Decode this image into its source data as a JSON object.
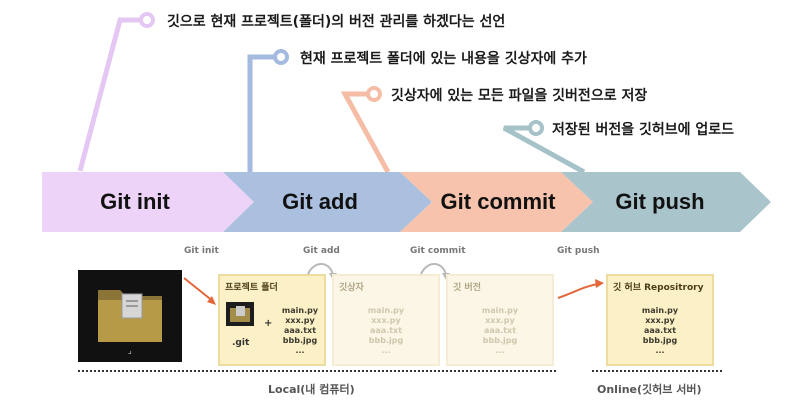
{
  "callouts": [
    {
      "text": "깃으로 현재 프로젝트(폴더)의 버전 관리를 하겠다는 선언"
    },
    {
      "text": "현재 프로젝트 폴더에 있는 내용을 깃상자에 추가"
    },
    {
      "text": "깃상자에 있는 모든 파일을 깃버전으로 저장"
    },
    {
      "text": "저장된 버전을 깃허브에 업로드"
    }
  ],
  "stages": [
    {
      "label": "Git init",
      "color": "#ecd3f7"
    },
    {
      "label": "Git add",
      "color": "#abbfdf"
    },
    {
      "label": "Git commit",
      "color": "#f7c3ad"
    },
    {
      "label": "Git push",
      "color": "#a9c5cb"
    }
  ],
  "captions": {
    "init": "Git  init",
    "add": "Git add",
    "commit": "Git commit",
    "push": "Git push"
  },
  "boxes": {
    "project": {
      "title": "프로젝트 폴더",
      "git_label": ".git",
      "plus": "+",
      "files": "main.py\nxxx.py\naaa.txt\nbbb.jpg\n..."
    },
    "staging": {
      "title": "깃상자",
      "files": "main.py\nxxx.py\naaa.txt\nbbb.jpg\n..."
    },
    "version": {
      "title": "깃 버전",
      "files": "main.py\nxxx.py\naaa.txt\nbbb.jpg\n..."
    },
    "remote": {
      "title": "깃 허브 Repositrory",
      "files": "main.py\nxxx.py\naaa.txt\nbbb.jpg\n..."
    }
  },
  "folder_caption": "⌟",
  "regions": {
    "local": "Local(내 컴퓨터)",
    "online": "Online(깃허브 서버)"
  },
  "colors": {
    "init": "#e8c9f5",
    "add": "#9fb4d9",
    "commit": "#f6b8a1",
    "push": "#9ebcc3",
    "arrow": "#e2673a"
  }
}
